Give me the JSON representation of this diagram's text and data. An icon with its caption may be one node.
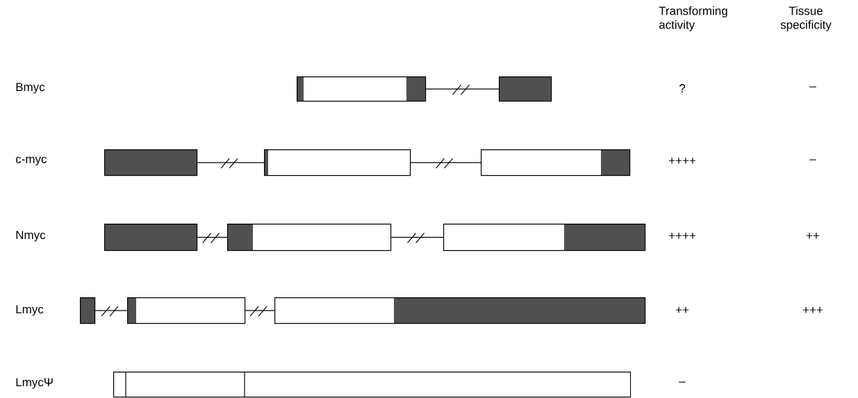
{
  "diagram": {
    "nodes": [
      {
        "text": [],
        "shape": "box"
      },
      {
        "text": [],
        "shape": "box"
      },
      {
        "text": [],
        "shape": "box"
      },
      {
        "text": [],
        "shape": "box"
      },
      {
        "text": [],
        "shape": "box"
      },
      {
        "text": [],
        "shape": "box"
      },
      {
        "text": [],
        "shape": "box"
      },
      {
        "text": [],
        "shape": "box"
      },
      {
        "text": [],
        "shape": "box"
      },
      {
        "text": [],
        "shape": "box"
      },
      {
        "text": [],
        "shape": "box"
      },
      {
        "text": [],
        "shape": "box"
      }
    ],
    "edges": [
      {
        "from": 0,
        "to": 1,
        "arrow": "none"
      },
      {
        "from": 2,
        "to": 3,
        "arrow": "none"
      },
      {
        "from": 3,
        "to": 4,
        "arrow": "none"
      },
      {
        "from": 5,
        "to": 6,
        "arrow": "none"
      },
      {
        "from": 6,
        "to": 7,
        "arrow": "none"
      },
      {
        "from": 8,
        "to": 9,
        "arrow": "none"
      },
      {
        "from": 9,
        "to": 10,
        "arrow": "none"
      }
    ],
    "labels": [
      "Transforming activity",
      "Tissue specificity",
      "Bmyc",
      "?",
      "–",
      "c-myc",
      "++++",
      "–",
      "Nmyc",
      "++++",
      "++",
      "Lmyc",
      "++",
      "+++",
      "LmycΨ",
      "–"
    ]
  }
}
